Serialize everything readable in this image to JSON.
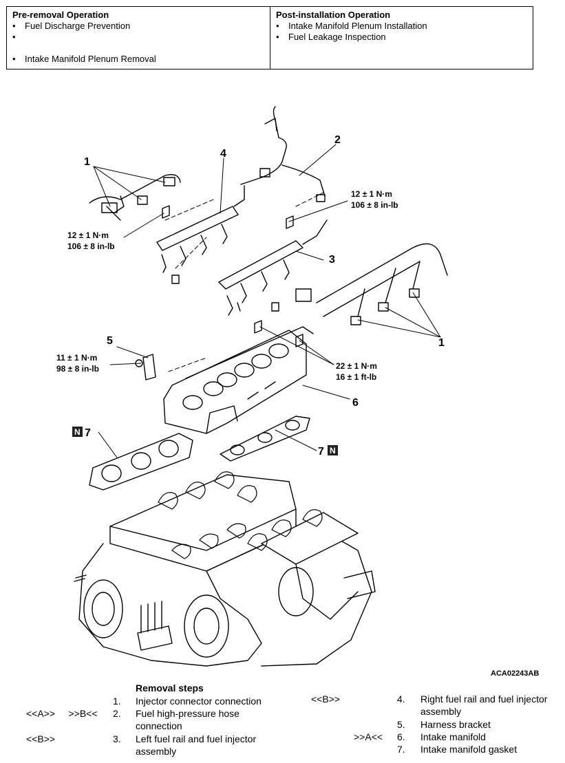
{
  "operations": {
    "pre": {
      "title": "Pre-removal Operation",
      "items": [
        "Fuel Discharge Prevention",
        "Intake Manifold Plenum Removal"
      ]
    },
    "post": {
      "title": "Post-installation Operation",
      "items": [
        "Intake Manifold Plenum Installation",
        "Fuel Leakage Inspection"
      ]
    }
  },
  "diagram": {
    "callouts": {
      "c1a": "1",
      "c1b": "1",
      "c2": "2",
      "c3": "3",
      "c4": "4",
      "c5": "5",
      "c6": "6",
      "c7a": "7",
      "c7b": "7",
      "n1": "N",
      "n2": "N"
    },
    "torque": {
      "t1_nm": "12 ± 1 N·m",
      "t1_in": "106 ± 8 in-lb",
      "t2_nm": "12 ± 1 N·m",
      "t2_in": "106 ± 8 in-lb",
      "t3_nm": "11 ± 1 N·m",
      "t3_in": "98 ± 8 in-lb",
      "t4_nm": "22 ± 1 N·m",
      "t4_ft": "16 ± 1 ft-lb"
    },
    "figure_id": "ACA02243AB"
  },
  "steps": {
    "title": "Removal steps",
    "items": [
      {
        "label": "",
        "num": "1.",
        "text": "Injector connector connection"
      },
      {
        "label": "<<A>>     >>B<<",
        "num": "2.",
        "text": "Fuel high-pressure hose connection"
      },
      {
        "label": "<<B>>",
        "num": "3.",
        "text": "Left fuel rail and fuel injector assembly"
      },
      {
        "label": "<<B>>",
        "num": "4.",
        "text": "Right fuel rail and fuel injector assembly"
      },
      {
        "label": "",
        "num": "5.",
        "text": "Harness bracket"
      },
      {
        "label": ">>A<<",
        "num": "6.",
        "text": "Intake manifold"
      },
      {
        "label": "",
        "num": "7.",
        "text": "Intake manifold gasket"
      }
    ]
  }
}
